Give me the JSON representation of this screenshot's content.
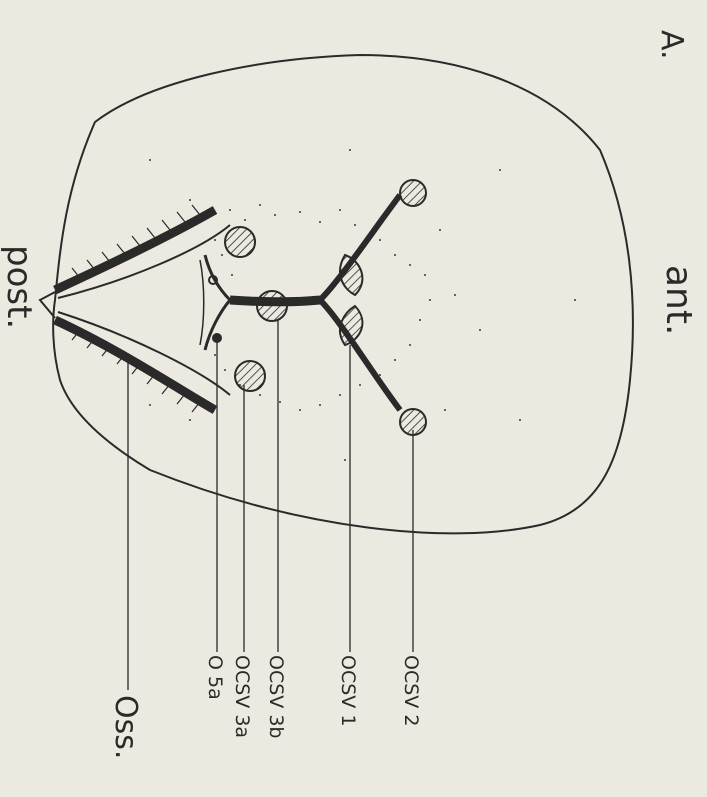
{
  "figure": {
    "panel_letter": "A.",
    "orientation": {
      "anterior": "ant.",
      "posterior": "post."
    },
    "labels": {
      "ocsv2": "OCSV 2",
      "ocsv1": "OCSV 1",
      "ocsv3b": "OCSV 3b",
      "ocsv3a": "OCSV 3a",
      "o5a": "O 5a",
      "oss": "Oss."
    }
  },
  "colors": {
    "ink": "#2a2a2a",
    "paper": "#ece9e0"
  }
}
